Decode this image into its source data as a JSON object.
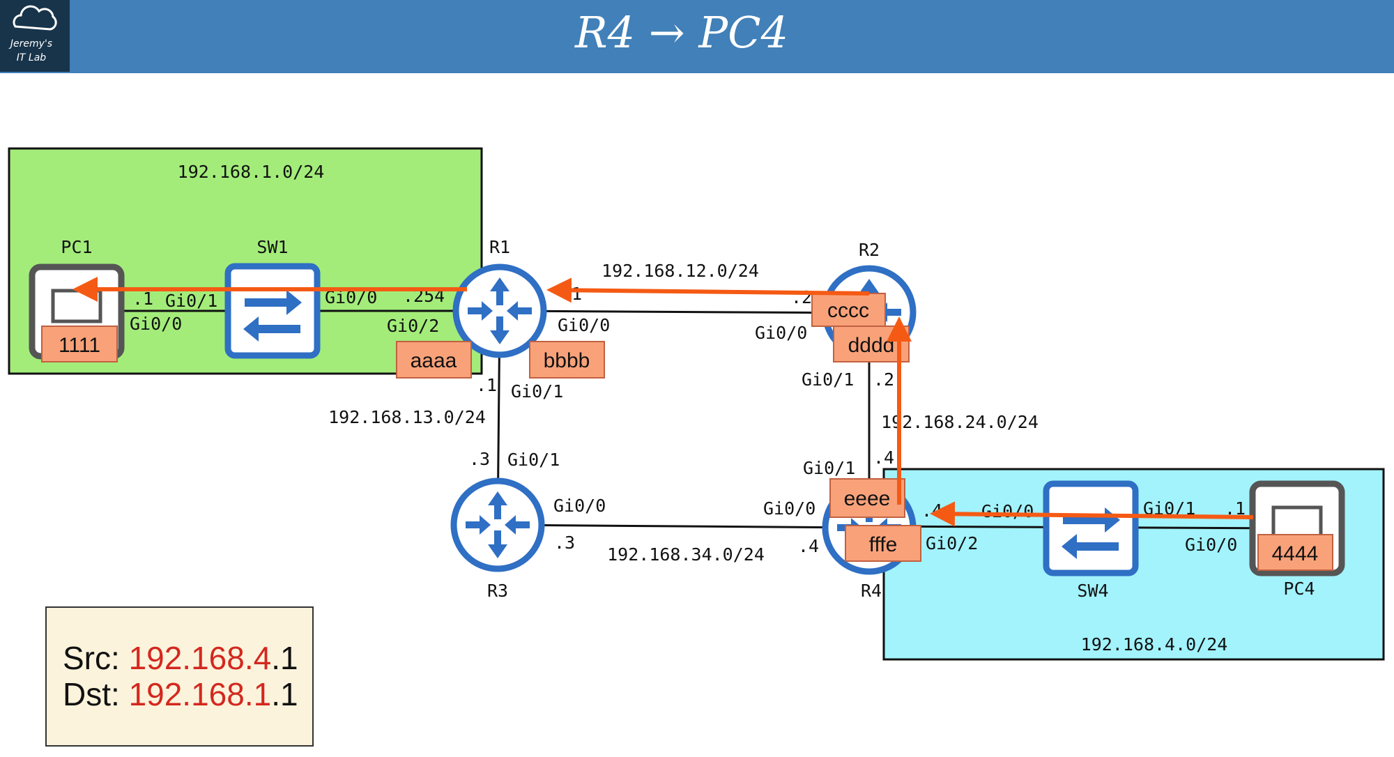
{
  "header": {
    "title": "R4 → PC4",
    "logo_line1": "Jeremy's",
    "logo_line2": "IT Lab",
    "color": "#4180b8"
  },
  "networks": {
    "lan1": "192.168.1.0/24",
    "lan4": "192.168.4.0/24",
    "r1r2": "192.168.12.0/24",
    "r1r3": "192.168.13.0/24",
    "r2r4": "192.168.24.0/24",
    "r3r4": "192.168.34.0/24"
  },
  "devices": {
    "pc1": "PC1",
    "sw1": "SW1",
    "r1": "R1",
    "r2": "R2",
    "r3": "R3",
    "r4": "R4",
    "sw4": "SW4",
    "pc4": "PC4"
  },
  "interfaces": {
    "pc1_ip": ".1",
    "sw1_gi01": "Gi0/1",
    "pc1_gi00": "Gi0/0",
    "sw1_gi00": "Gi0/0",
    "r1_254": ".254",
    "r1_gi02": "Gi0/2",
    "r1_gi00": "Gi0/0",
    "r1_1a": ".1",
    "r1_1b": ".1",
    "r1_gi01": "Gi0/1",
    "r2_2a": ".2",
    "r2_gi00": "Gi0/0",
    "r2_gi01": "Gi0/1",
    "r2_2b": ".2",
    "r3_3a": ".3",
    "r3_gi01": "Gi0/1",
    "r3_gi00": "Gi0/0",
    "r3_3b": ".3",
    "r4_gi00": "Gi0/0",
    "r4_4a": ".4",
    "r4_gi01": "Gi0/1",
    "r4_4b": ".4",
    "r4_4c": ".4",
    "r4_gi00b": "Gi0/0",
    "r4_gi02": "Gi0/2",
    "sw4_gi01": "Gi0/1",
    "pc4_ip": ".1",
    "pc4_gi00": "Gi0/0"
  },
  "mac_tags": {
    "pc1": "1111",
    "r1_g02": "aaaa",
    "r1_g00": "bbbb",
    "r2_g00": "cccc",
    "r2_g01": "dddd",
    "r4_g01": "eeee",
    "r4_g02": "fffe",
    "pc4": "4444"
  },
  "info_box": {
    "src_label": "Src: ",
    "src_net": "192.168.4",
    "src_host": ".1",
    "dst_label": "Dst: ",
    "dst_net": "192.168.1",
    "dst_host": ".1"
  },
  "colors": {
    "arrow": "#f55a14",
    "tag": "#f9a27a",
    "lan1": "#a3ec7a",
    "lan4": "#a2f3fc",
    "device": "#2f6fc4",
    "net_red": "#d3281f",
    "info_bg": "#fcf3dc"
  }
}
